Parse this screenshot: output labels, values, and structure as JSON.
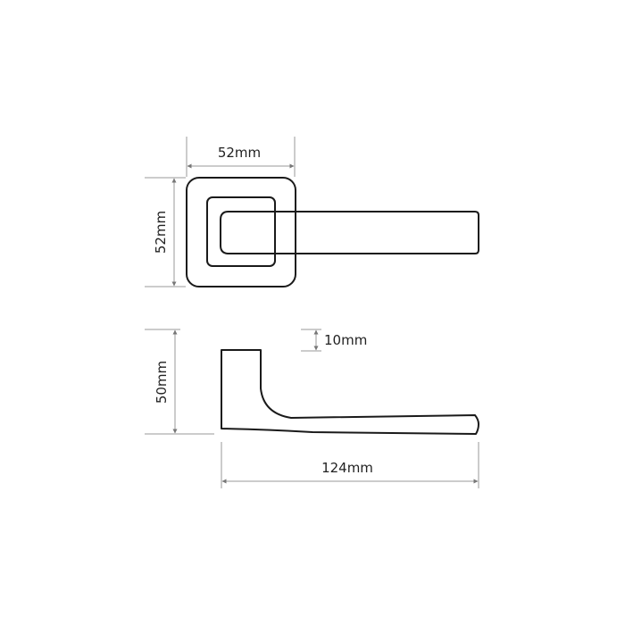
{
  "drawing": {
    "subject": "lever-handle-on-square-rose",
    "views": {
      "front": {
        "rose_width_label": "52mm",
        "rose_height_label": "52mm"
      },
      "side": {
        "height_label": "50mm",
        "thickness_label": "10mm",
        "length_label": "124mm"
      }
    },
    "colors": {
      "outline": "#1a1a1a",
      "dimension_lines": "#9a9a9a",
      "background": "#ffffff"
    }
  }
}
